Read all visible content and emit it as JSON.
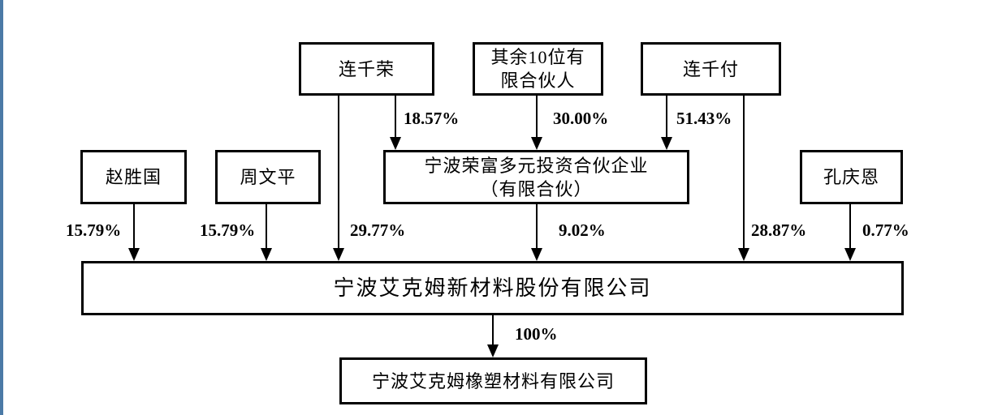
{
  "diagram": {
    "type": "ownership-structure-flowchart",
    "accent_color": "#4b7aa6",
    "line_color": "#000000",
    "background_color": "#ffffff",
    "nodes": [
      {
        "id": "lian-qian-rong",
        "label": "连千荣"
      },
      {
        "id": "other-limited-partners",
        "label": "其余10位有\n限合伙人"
      },
      {
        "id": "lian-qian-fu",
        "label": "连千付"
      },
      {
        "id": "zhao-sheng-guo",
        "label": "赵胜国"
      },
      {
        "id": "zhou-wen-ping",
        "label": "周文平"
      },
      {
        "id": "partnership",
        "label": "宁波荣富多元投资合伙企业\n（有限合伙）"
      },
      {
        "id": "kong-qing-en",
        "label": "孔庆恩"
      },
      {
        "id": "main-company",
        "label": "宁波艾克姆新材料股份有限公司"
      },
      {
        "id": "subsidiary",
        "label": "宁波艾克姆橡塑材料有限公司"
      }
    ],
    "edges": [
      {
        "from": "连千荣",
        "to": "宁波荣富多元投资合伙企业（有限合伙）",
        "label": "18.57%"
      },
      {
        "from": "其余10位有限合伙人",
        "to": "宁波荣富多元投资合伙企业（有限合伙）",
        "label": "30.00%"
      },
      {
        "from": "连千付",
        "to": "宁波荣富多元投资合伙企业（有限合伙）",
        "label": "51.43%"
      },
      {
        "from": "赵胜国",
        "to": "宁波艾克姆新材料股份有限公司",
        "label": "15.79%"
      },
      {
        "from": "周文平",
        "to": "宁波艾克姆新材料股份有限公司",
        "label": "15.79%"
      },
      {
        "from": "连千荣",
        "to": "宁波艾克姆新材料股份有限公司",
        "label": "29.77%"
      },
      {
        "from": "宁波荣富多元投资合伙企业（有限合伙）",
        "to": "宁波艾克姆新材料股份有限公司",
        "label": "9.02%"
      },
      {
        "from": "连千付",
        "to": "宁波艾克姆新材料股份有限公司",
        "label": "28.87%"
      },
      {
        "from": "孔庆恩",
        "to": "宁波艾克姆新材料股份有限公司",
        "label": "0.77%"
      },
      {
        "from": "宁波艾克姆新材料股份有限公司",
        "to": "宁波艾克姆橡塑材料有限公司",
        "label": "100%"
      }
    ]
  }
}
